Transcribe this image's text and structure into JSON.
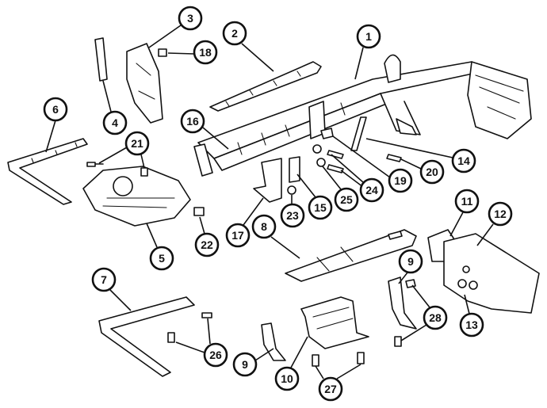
{
  "figure": {
    "callouts": [
      "1",
      "2",
      "3",
      "18",
      "4",
      "6",
      "21",
      "16",
      "5",
      "22",
      "17",
      "8",
      "23",
      "15",
      "25",
      "24",
      "19",
      "20",
      "14",
      "11",
      "12",
      "9",
      "28",
      "13",
      "7",
      "26",
      "9",
      "10",
      "27"
    ]
  }
}
